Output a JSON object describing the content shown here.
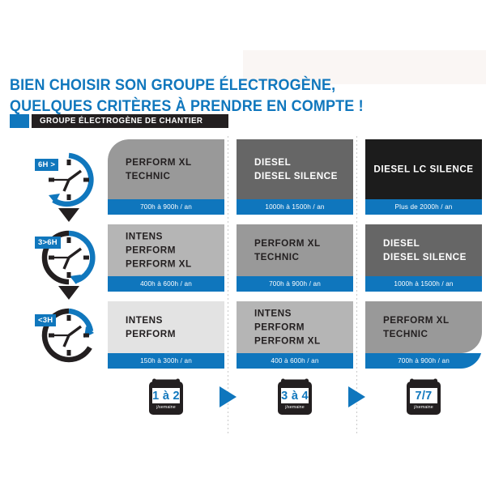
{
  "header": {
    "title_line1": "BIEN CHOISIR SON GROUPE ÉLECTROGÈNE,",
    "title_line2": "QUELQUES CRITÈRES À PRENDRE EN COMPTE !",
    "tag_label": "GROUPE ÉLECTROGÈNE DE CHANTIER",
    "accent_color": "#1077bd",
    "tag_bg_color": "#231f20"
  },
  "rows": [
    {
      "hours_badge": "6H >",
      "clock_name": "clock-6h",
      "cards": [
        {
          "label": "PERFORM XL\nTECHNIC",
          "hours": "700h à 900h / an",
          "bg": "#999999",
          "fg": "#231f20",
          "align": "left"
        },
        {
          "label": "DIESEL\nDIESEL SILENCE",
          "hours": "1000h à 1500h / an",
          "bg": "#666666",
          "fg": "#ffffff",
          "align": "left"
        },
        {
          "label": "DIESEL LC SILENCE",
          "hours": "Plus de 2000h / an",
          "bg": "#1c1c1c",
          "fg": "#ffffff",
          "align": "center"
        }
      ]
    },
    {
      "hours_badge": "3>6H",
      "clock_name": "clock-3-6h",
      "cards": [
        {
          "label": "INTENS\nPERFORM\nPERFORM XL",
          "hours": "400h à 600h / an",
          "bg": "#b5b5b5",
          "fg": "#231f20",
          "align": "left"
        },
        {
          "label": "PERFORM XL\nTECHNIC",
          "hours": "700h à 900h / an",
          "bg": "#999999",
          "fg": "#231f20",
          "align": "left"
        },
        {
          "label": "DIESEL\nDIESEL SILENCE",
          "hours": "1000h à 1500h / an",
          "bg": "#666666",
          "fg": "#ffffff",
          "align": "left"
        }
      ]
    },
    {
      "hours_badge": "<3H",
      "clock_name": "clock-under-3h",
      "cards": [
        {
          "label": "INTENS\nPERFORM",
          "hours": "150h à 300h / an",
          "bg": "#e3e3e3",
          "fg": "#231f20",
          "align": "left"
        },
        {
          "label": "INTENS\nPERFORM\nPERFORM XL",
          "hours": "400 à 600h / an",
          "bg": "#b5b5b5",
          "fg": "#231f20",
          "align": "left"
        },
        {
          "label": "PERFORM XL\nTECHNIC",
          "hours": "700h à 900h / an",
          "bg": "#999999",
          "fg": "#231f20",
          "align": "left"
        }
      ]
    }
  ],
  "frequency": {
    "unit": "j/semaine",
    "items": [
      {
        "value": "1 à 2"
      },
      {
        "value": "3 à 4"
      },
      {
        "value": "7/7"
      }
    ]
  }
}
